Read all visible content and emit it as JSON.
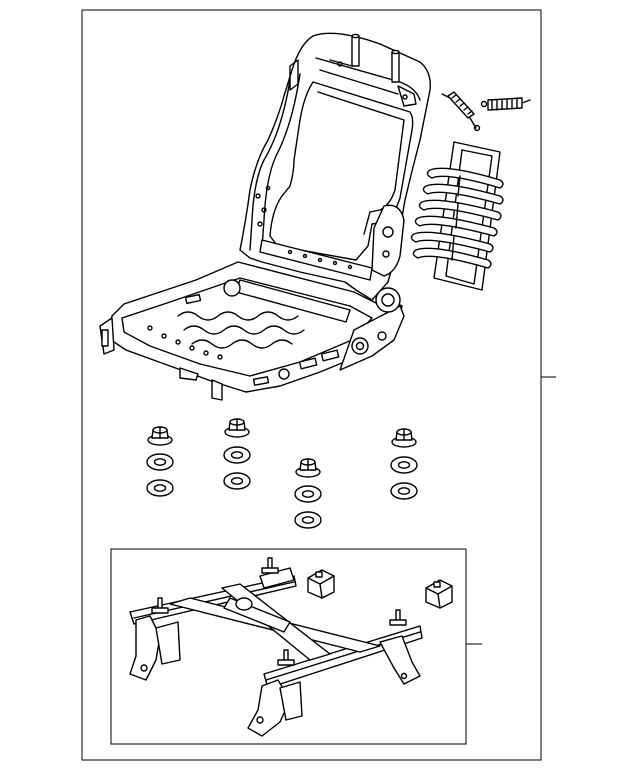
{
  "diagram": {
    "background": "#ffffff",
    "line_color": "#000000",
    "components": [
      "seat-frame",
      "recliner-spring",
      "tension-spring",
      "lumbar-support",
      "nut",
      "washer",
      "seat-track-assembly",
      "track-cover"
    ],
    "hardware_stacks": [
      {
        "nut": true,
        "washers": 2
      },
      {
        "nut": true,
        "washers": 2
      },
      {
        "nut": true,
        "washers": 2
      },
      {
        "nut": true,
        "washers": 2
      }
    ]
  }
}
